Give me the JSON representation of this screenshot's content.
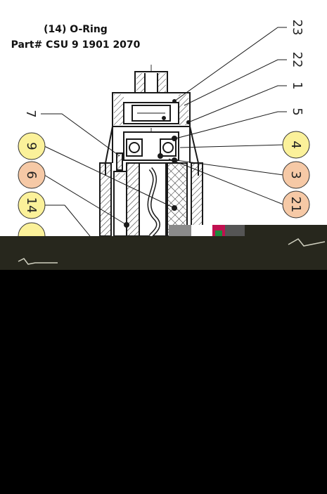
{
  "header": {
    "line1": "(14) O-Ring",
    "line2": "Part# CSU 9 1901 2070"
  },
  "callouts": {
    "c23": "23",
    "c22": "22",
    "c1": "1",
    "c5": "5",
    "c7": "7",
    "c9": "9",
    "c4": "4",
    "c6": "6",
    "c3": "3",
    "c14": "14",
    "c21": "21"
  },
  "colors": {
    "yellow_balloon": "#fbf19a",
    "salmon_balloon": "#f6c9a6",
    "outline": "#1a1a1a",
    "dark_band": "#27271d"
  }
}
